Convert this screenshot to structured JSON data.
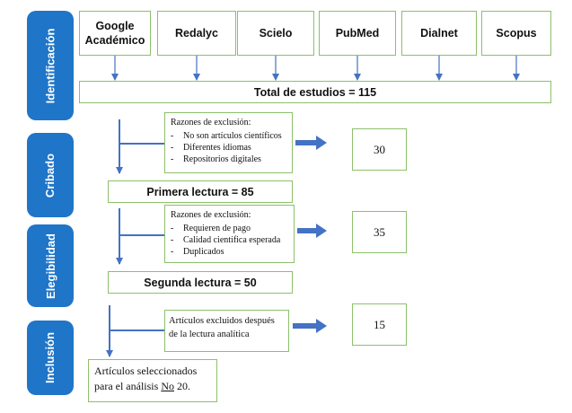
{
  "phases": [
    "Identificación",
    "Cribado",
    "Elegibilidad",
    "Inclusión"
  ],
  "sources": [
    "Google\nAcadémico",
    "Redalyc",
    "Scielo",
    "PubMed",
    "Dialnet",
    "Scopus"
  ],
  "total": "Total de estudios = 115",
  "stage1": {
    "title": "Razones de exclusión:",
    "items": [
      "No son artículos científicos",
      "Diferentes idiomas",
      "Repositorios digitales"
    ],
    "excluded": "30",
    "result": "Primera lectura = 85"
  },
  "stage2": {
    "title": "Razones de exclusión:",
    "items": [
      "Requieren de pago",
      "Calidad científica esperada",
      "Duplicados"
    ],
    "excluded": "35",
    "result": "Segunda lectura = 50"
  },
  "stage3": {
    "text": "Artículos excluidos después de la lectura analítica",
    "excluded": "15"
  },
  "final": {
    "text_before": "Artículos seleccionados para el análisis ",
    "no_label": "No",
    "text_after": " 20."
  },
  "colors": {
    "phase_fill": "#1f75c8",
    "box_border": "#8cc06b",
    "arrow": "#4472c4"
  }
}
